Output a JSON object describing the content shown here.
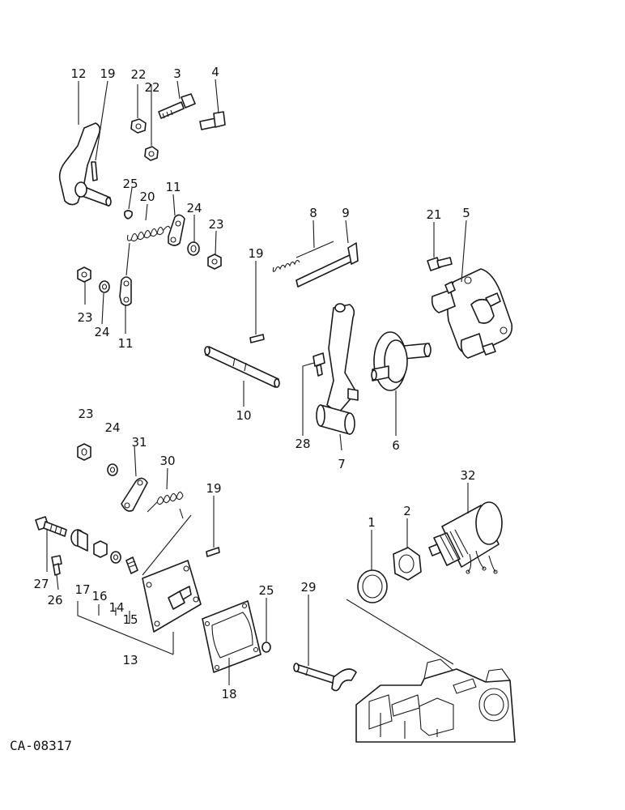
{
  "diagram": {
    "drawing_code": "CA-08317",
    "callouts": {
      "p1": "1",
      "p2": "2",
      "p3": "3",
      "p4": "4",
      "p5": "5",
      "p6": "6",
      "p7": "7",
      "p8": "8",
      "p9": "9",
      "p10": "10",
      "p11a": "11",
      "p11b": "11",
      "p12": "12",
      "p13": "13",
      "p14": "14",
      "p15": "15",
      "p16": "16",
      "p17": "17",
      "p18": "18",
      "p19a": "19",
      "p19b": "19",
      "p19c": "19",
      "p20": "20",
      "p21": "21",
      "p22a": "22",
      "p22b": "22",
      "p23a": "23",
      "p23b": "23",
      "p23c": "23",
      "p24a": "24",
      "p24b": "24",
      "p24c": "24",
      "p25a": "25",
      "p25b": "25",
      "p26": "26",
      "p27": "27",
      "p28": "28",
      "p29": "29",
      "p30": "30",
      "p31": "31",
      "p32": "32"
    }
  }
}
